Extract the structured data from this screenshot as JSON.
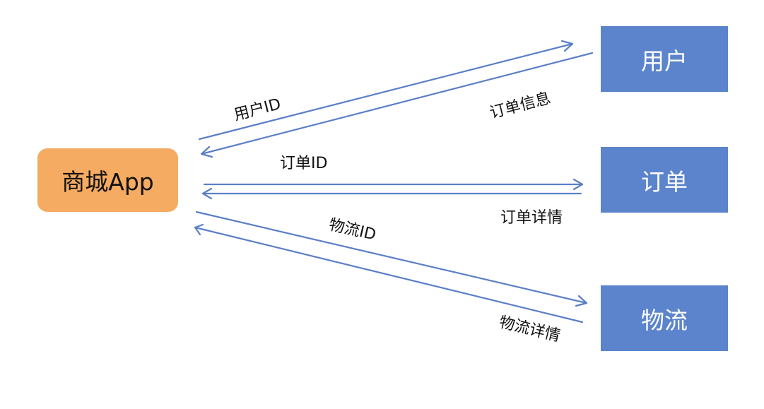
{
  "nodes": {
    "app": "商城App",
    "user": "用户",
    "order": "订单",
    "logistics": "物流"
  },
  "edges": {
    "user_id": "用户ID",
    "order_info": "订单信息",
    "order_id": "订单ID",
    "order_detail": "订单详情",
    "logistics_id": "物流ID",
    "logistics_detail": "物流详情"
  },
  "colors": {
    "app_fill": "#f5ab61",
    "service_fill": "#5b84cc",
    "arrow": "#5b7fc7"
  }
}
